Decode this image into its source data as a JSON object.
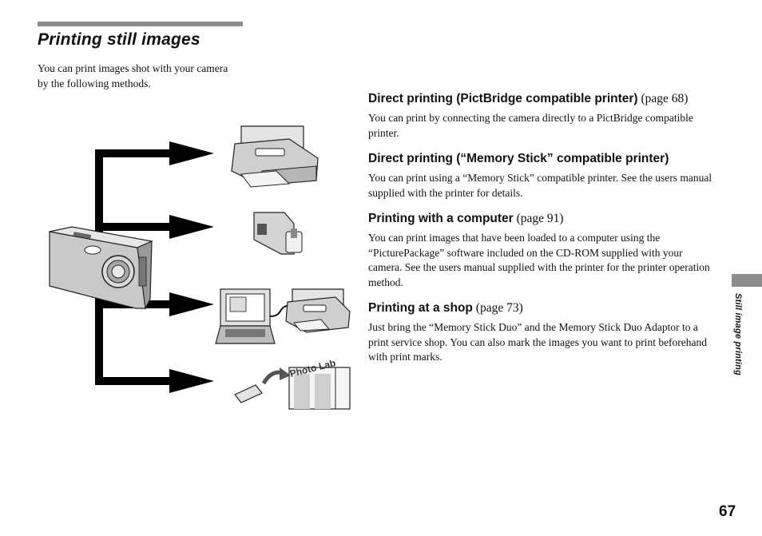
{
  "header": {
    "title": "Printing still images"
  },
  "intro": {
    "text": "You can print images shot with your camera by the following methods."
  },
  "methods": [
    {
      "heading": "Direct printing (PictBridge compatible printer)",
      "ref": "(page 68)",
      "desc": "You can print by connecting the camera directly to a PictBridge compatible printer."
    },
    {
      "heading": "Direct printing (“Memory Stick” compatible printer)",
      "ref": "",
      "desc": "You can print using a “Memory Stick” compatible printer. See the users manual supplied with the printer for details."
    },
    {
      "heading": "Printing with a computer",
      "ref": "(page 91)",
      "desc": "You can print images that have been loaded to a computer using the “PicturePackage” software included on the CD-ROM supplied with your camera. See the users manual supplied with the printer for the printer operation method."
    },
    {
      "heading": "Printing at a shop",
      "ref": "(page 73)",
      "desc": "Just bring the “Memory Stick Duo” and the Memory Stick Duo Adaptor to a print service shop. You can also mark the images you want to print beforehand with print marks."
    }
  ],
  "diagram": {
    "shop_sign": "Photo Lab"
  },
  "sidebar": {
    "section_label": "Still image printing"
  },
  "footer": {
    "page_number": "67"
  }
}
